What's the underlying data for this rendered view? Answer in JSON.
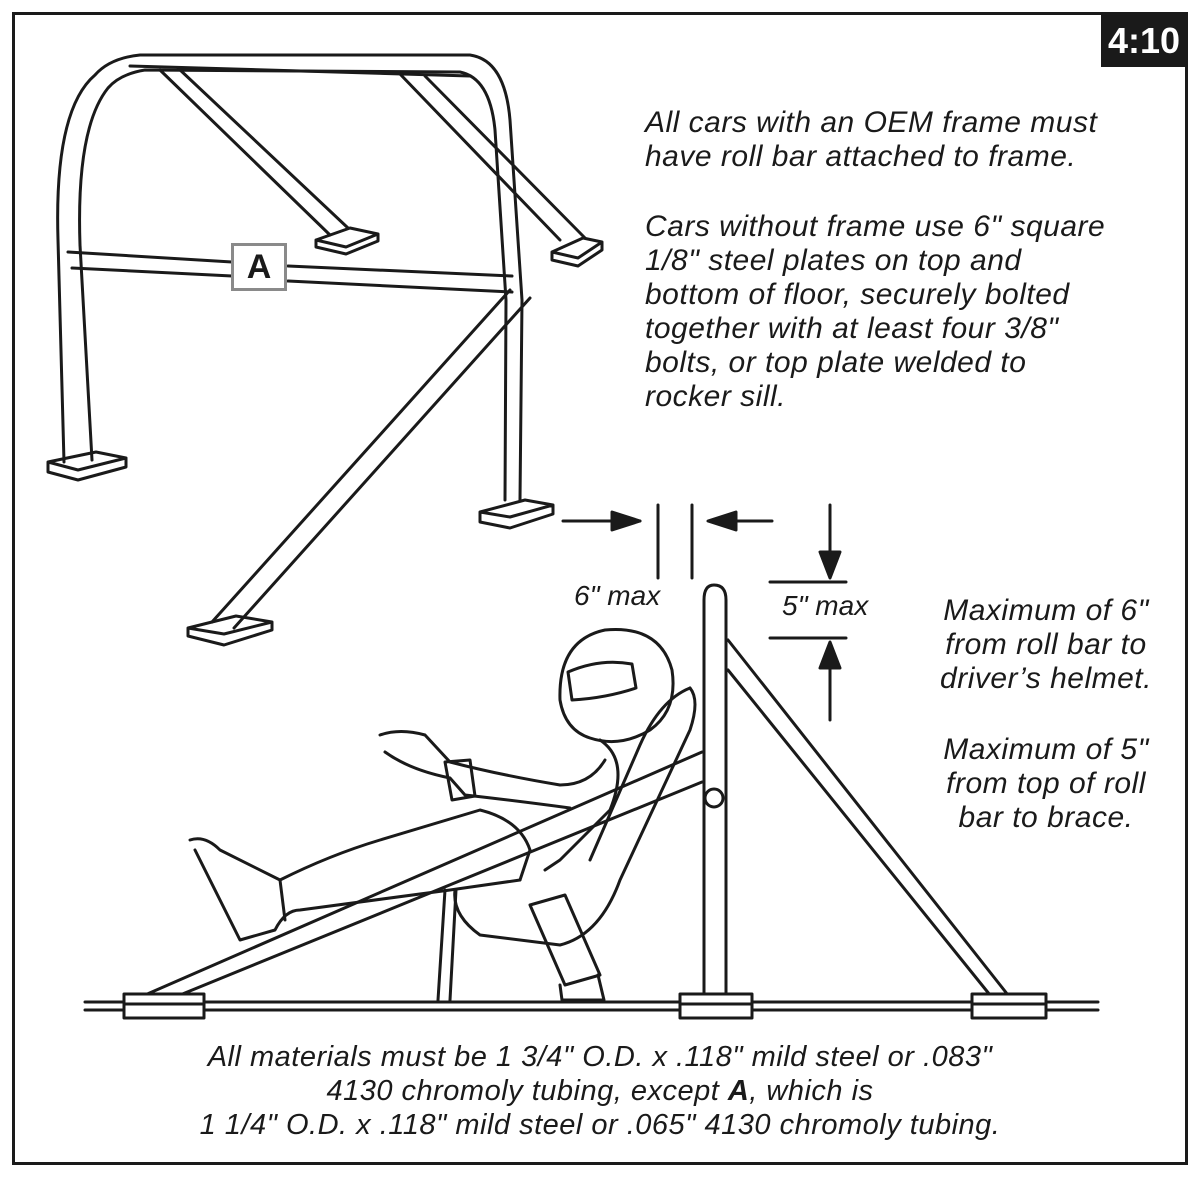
{
  "badge": "4:10",
  "part_label": "A",
  "notes": {
    "oem_frame": [
      "All cars with an OEM frame must",
      "have roll bar attached to frame."
    ],
    "no_frame": [
      "Cars without frame use 6\" square",
      "1/8\" steel plates on top and",
      "bottom of floor, securely bolted",
      "together with at least four 3/8\"",
      "bolts, or top plate welded to",
      "rocker sill."
    ],
    "helmet": [
      "Maximum of 6\"",
      "from roll bar to",
      "driver’s helmet."
    ],
    "brace": [
      "Maximum of 5\"",
      "from top of roll",
      "bar to brace."
    ]
  },
  "dimensions": {
    "helmet_gap": "6\" max",
    "brace_gap": "5\" max"
  },
  "materials": [
    "All materials must be 1 3/4\" O.D. x .118\" mild steel or .083\"",
    "4130 chromoly tubing, except ",
    "A",
    ", which is",
    "1 1/4\" O.D. x .118\" mild steel or .065\" 4130 chromoly tubing."
  ],
  "icons": [
    "roll-bar-drawing",
    "driver-in-seat-drawing"
  ]
}
